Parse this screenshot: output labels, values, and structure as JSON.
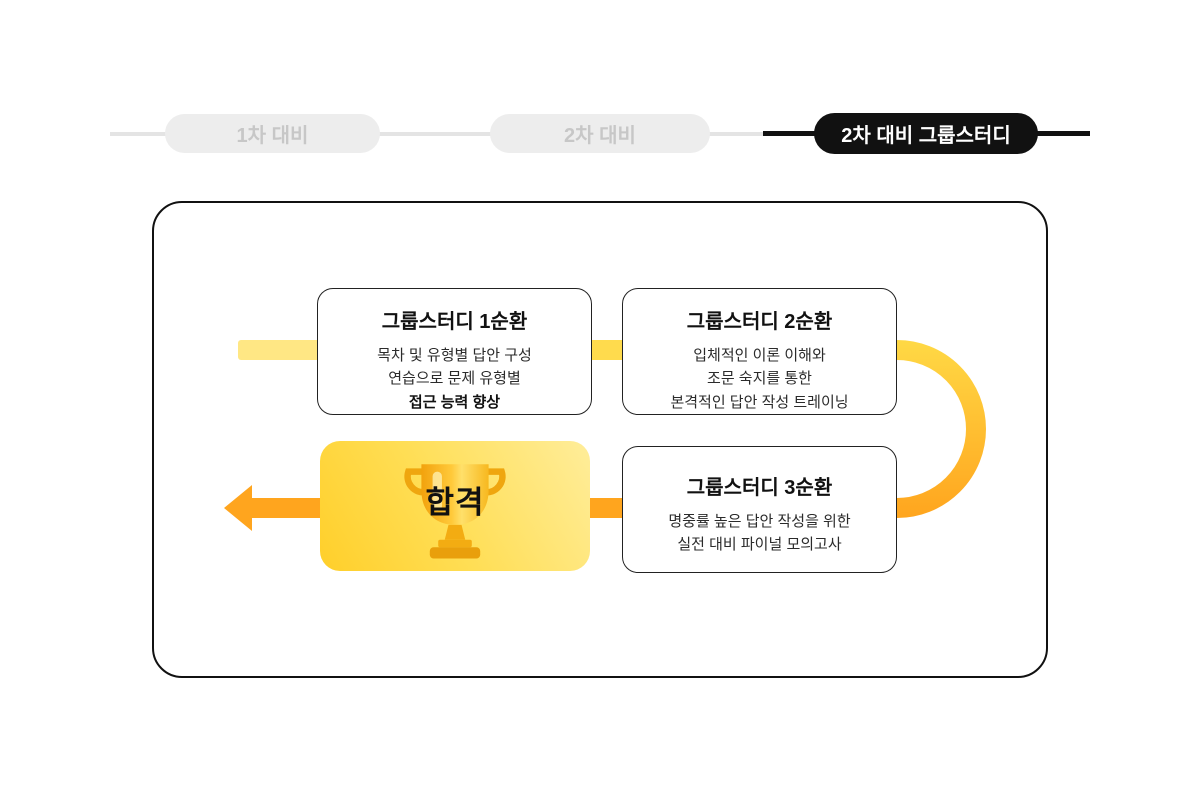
{
  "stepper": {
    "steps": [
      {
        "label": "1차 대비",
        "active": false
      },
      {
        "label": "2차 대비",
        "active": false
      },
      {
        "label": "2차 대비 그룹스터디",
        "active": true
      }
    ]
  },
  "flow": {
    "boxes": [
      {
        "title": "그룹스터디 1순환",
        "lines": [
          "목차 및 유형별 답안 구성",
          "연습으로 문제 유형별",
          "접근 능력 향상"
        ],
        "bold_line_index": 2
      },
      {
        "title": "그룹스터디 2순환",
        "lines": [
          "입체적인 이론 이해와",
          "조문 숙지를 통한",
          "본격적인 답안 작성 트레이닝"
        ]
      },
      {
        "title": "그룹스터디 3순환",
        "lines": [
          "명중률 높은 답안 작성을 위한",
          "실전 대비 파이널 모의고사"
        ]
      }
    ],
    "result_label": "합격",
    "icon": "trophy-icon"
  },
  "colors": {
    "active_black": "#111111",
    "pill_inactive_bg": "#ededed",
    "pill_inactive_text": "#c7c7c7",
    "arrow_pale_yellow": "#FFE784",
    "arrow_yellow": "#FFDB4D",
    "arrow_orange": "#FFA51E",
    "result_box_gradient_start": "#FFCF2A",
    "result_box_gradient_end": "#FFED9A"
  }
}
